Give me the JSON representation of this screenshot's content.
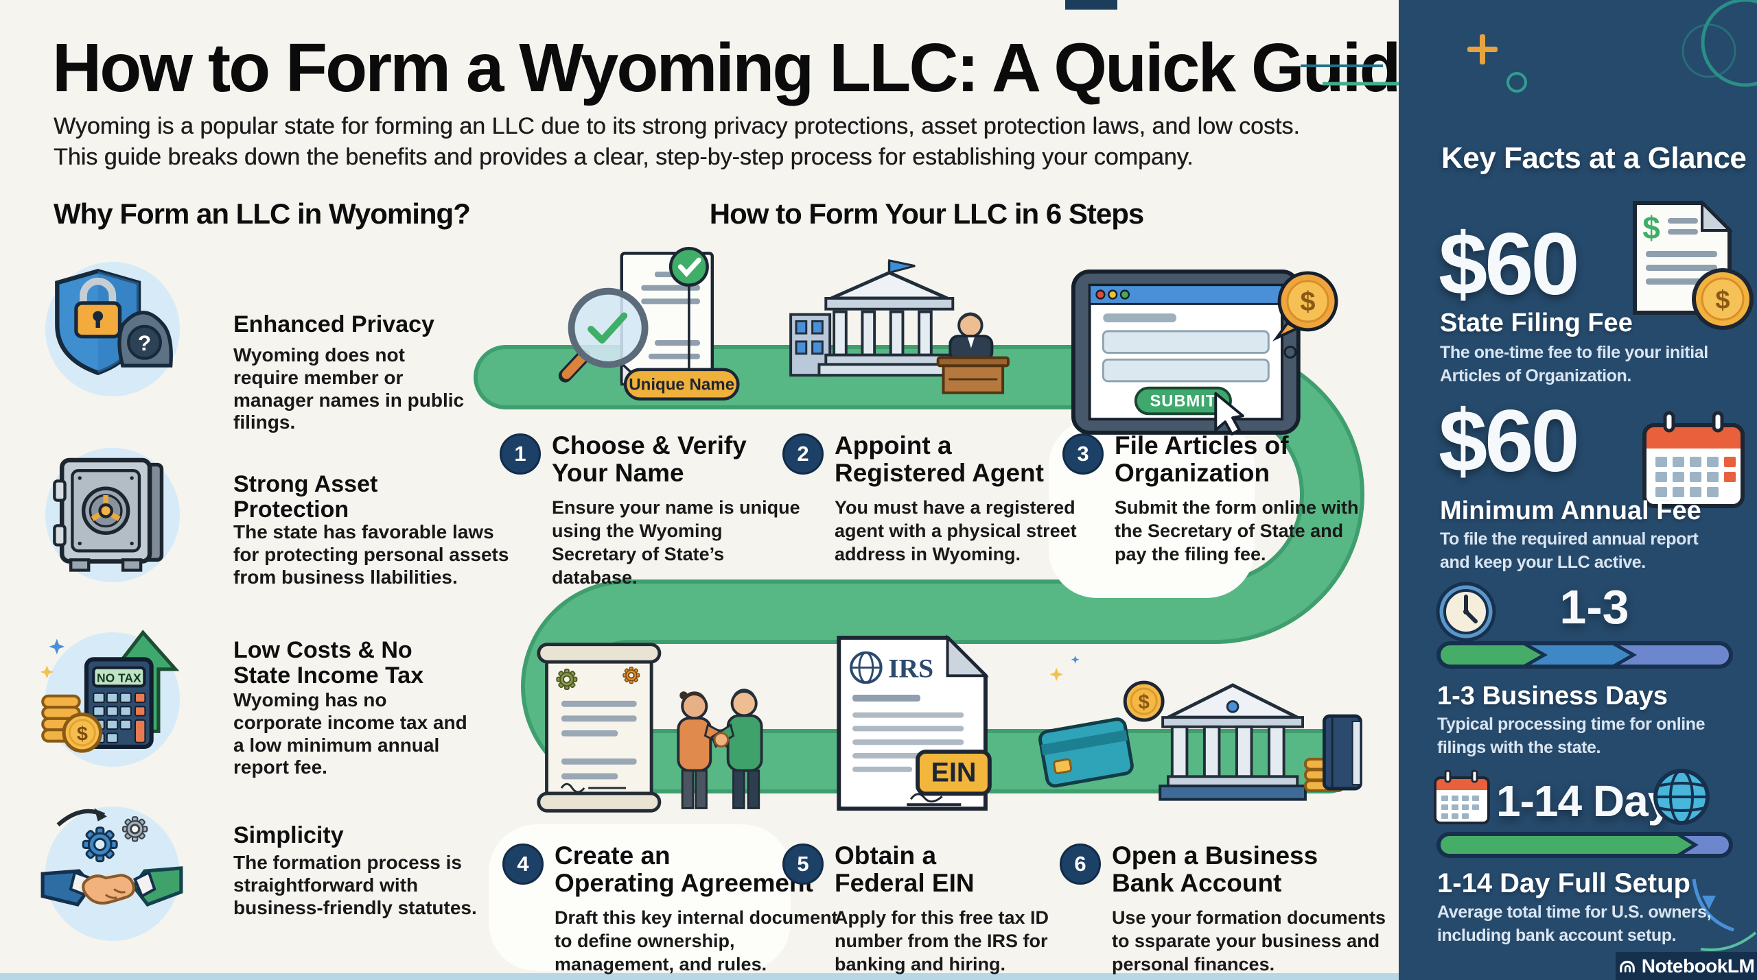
{
  "palette": {
    "background": "#f5f4ef",
    "sidebar_navy": "#264a6c",
    "path_green": "#58b885",
    "accent_gold": "#f2b344",
    "badge_navy": "#1d4066",
    "bar_green": "#46ad68",
    "bar_blue": "#3f88c5",
    "bar_periwinkle": "#6d87cf",
    "calendar_orange": "#e8603c"
  },
  "header": {
    "title": "How to Form a Wyoming LLC: A Quick Guide",
    "subtitle1": "Wyoming is a popular state for forming an LLC due to its strong privacy protections, asset protection laws, and low costs.",
    "subtitle2": "This guide breaks down the benefits and provides a clear, step-by-step process for establishing your company."
  },
  "benefits": {
    "heading": "Why Form an LLC in Wyoming?",
    "items": [
      {
        "icon": "shield-lock-anonymous-icon",
        "icon_label": "?",
        "title1": "Enhanced Privacy",
        "title2": "",
        "description": "Wyoming does not require member or manager names in public filings."
      },
      {
        "icon": "safe-vault-icon",
        "title1": "Strong Asset",
        "title2": "Protection",
        "description": "The state has favorable laws for protecting personal assets from business llabilities."
      },
      {
        "icon": "no-tax-calculator-icon",
        "icon_label": "NO TAX",
        "title1": "Low Costs & No",
        "title2": "State Income Tax",
        "description": "Wyoming has no corporate income tax and a low minimum annual report fee."
      },
      {
        "icon": "handshake-gears-icon",
        "title1": "Simplicity",
        "title2": "",
        "description": "The formation process is straightforward with business-friendly statutes."
      }
    ]
  },
  "steps": {
    "heading": "How to Form Your LLC in 6 Steps",
    "items": [
      {
        "number": "1",
        "title1": "Choose & Verify",
        "title2": "Your Name",
        "label": "Unique Name",
        "description": "Ensure your name is unique using the Wyoming Secretary of State’s database."
      },
      {
        "number": "2",
        "title1": "Appoint a",
        "title2": "Registered Agent",
        "description": "You must have a registered agent with a physical street address in Wyoming."
      },
      {
        "number": "3",
        "title1": "File Articles of",
        "title2": "Organization",
        "label": "SUBMIT",
        "description": "Submit the form online with the Secretary of State and pay the filing fee."
      },
      {
        "number": "4",
        "title1": "Create an",
        "title2": "Operating Agreement",
        "description": "Draft this key internal document to define ownership, management, and rules."
      },
      {
        "number": "5",
        "title1": "Obtain a",
        "title2": "Federal EIN",
        "doc_label": "IRS",
        "label": "EIN",
        "description": "Apply for this free tax ID number from the IRS for banking and hiring."
      },
      {
        "number": "6",
        "title1": "Open a Business",
        "title2": "Bank Account",
        "description": "Use your formation documents to ssparate your business and personal finances."
      }
    ]
  },
  "sidebar": {
    "heading": "Key Facts at a Glance",
    "facts": [
      {
        "icon": "dollar-document-icon",
        "value": "$60",
        "title": "State Filing Fee",
        "desc1": "The one-time fee to file your initial",
        "desc2": "Articles of Organization."
      },
      {
        "icon": "calendar-icon",
        "value": "$60",
        "title": "Minimum Annual Fee",
        "desc1": "To file the required annual report",
        "desc2": "and keep your LLC active."
      },
      {
        "icon": "clock-icon",
        "value": "1-3",
        "title": "1-3 Business Days",
        "desc1": "Typical processing time for online",
        "desc2": "filings with the state."
      },
      {
        "icon": "calendar-globe-icon",
        "value": "1-14 Day",
        "title": "1-14 Day Full Setup",
        "desc1": "Average total time for U.S. owners,",
        "desc2": "including bank account setup."
      }
    ]
  },
  "brand": {
    "name": "NotebookLM"
  }
}
